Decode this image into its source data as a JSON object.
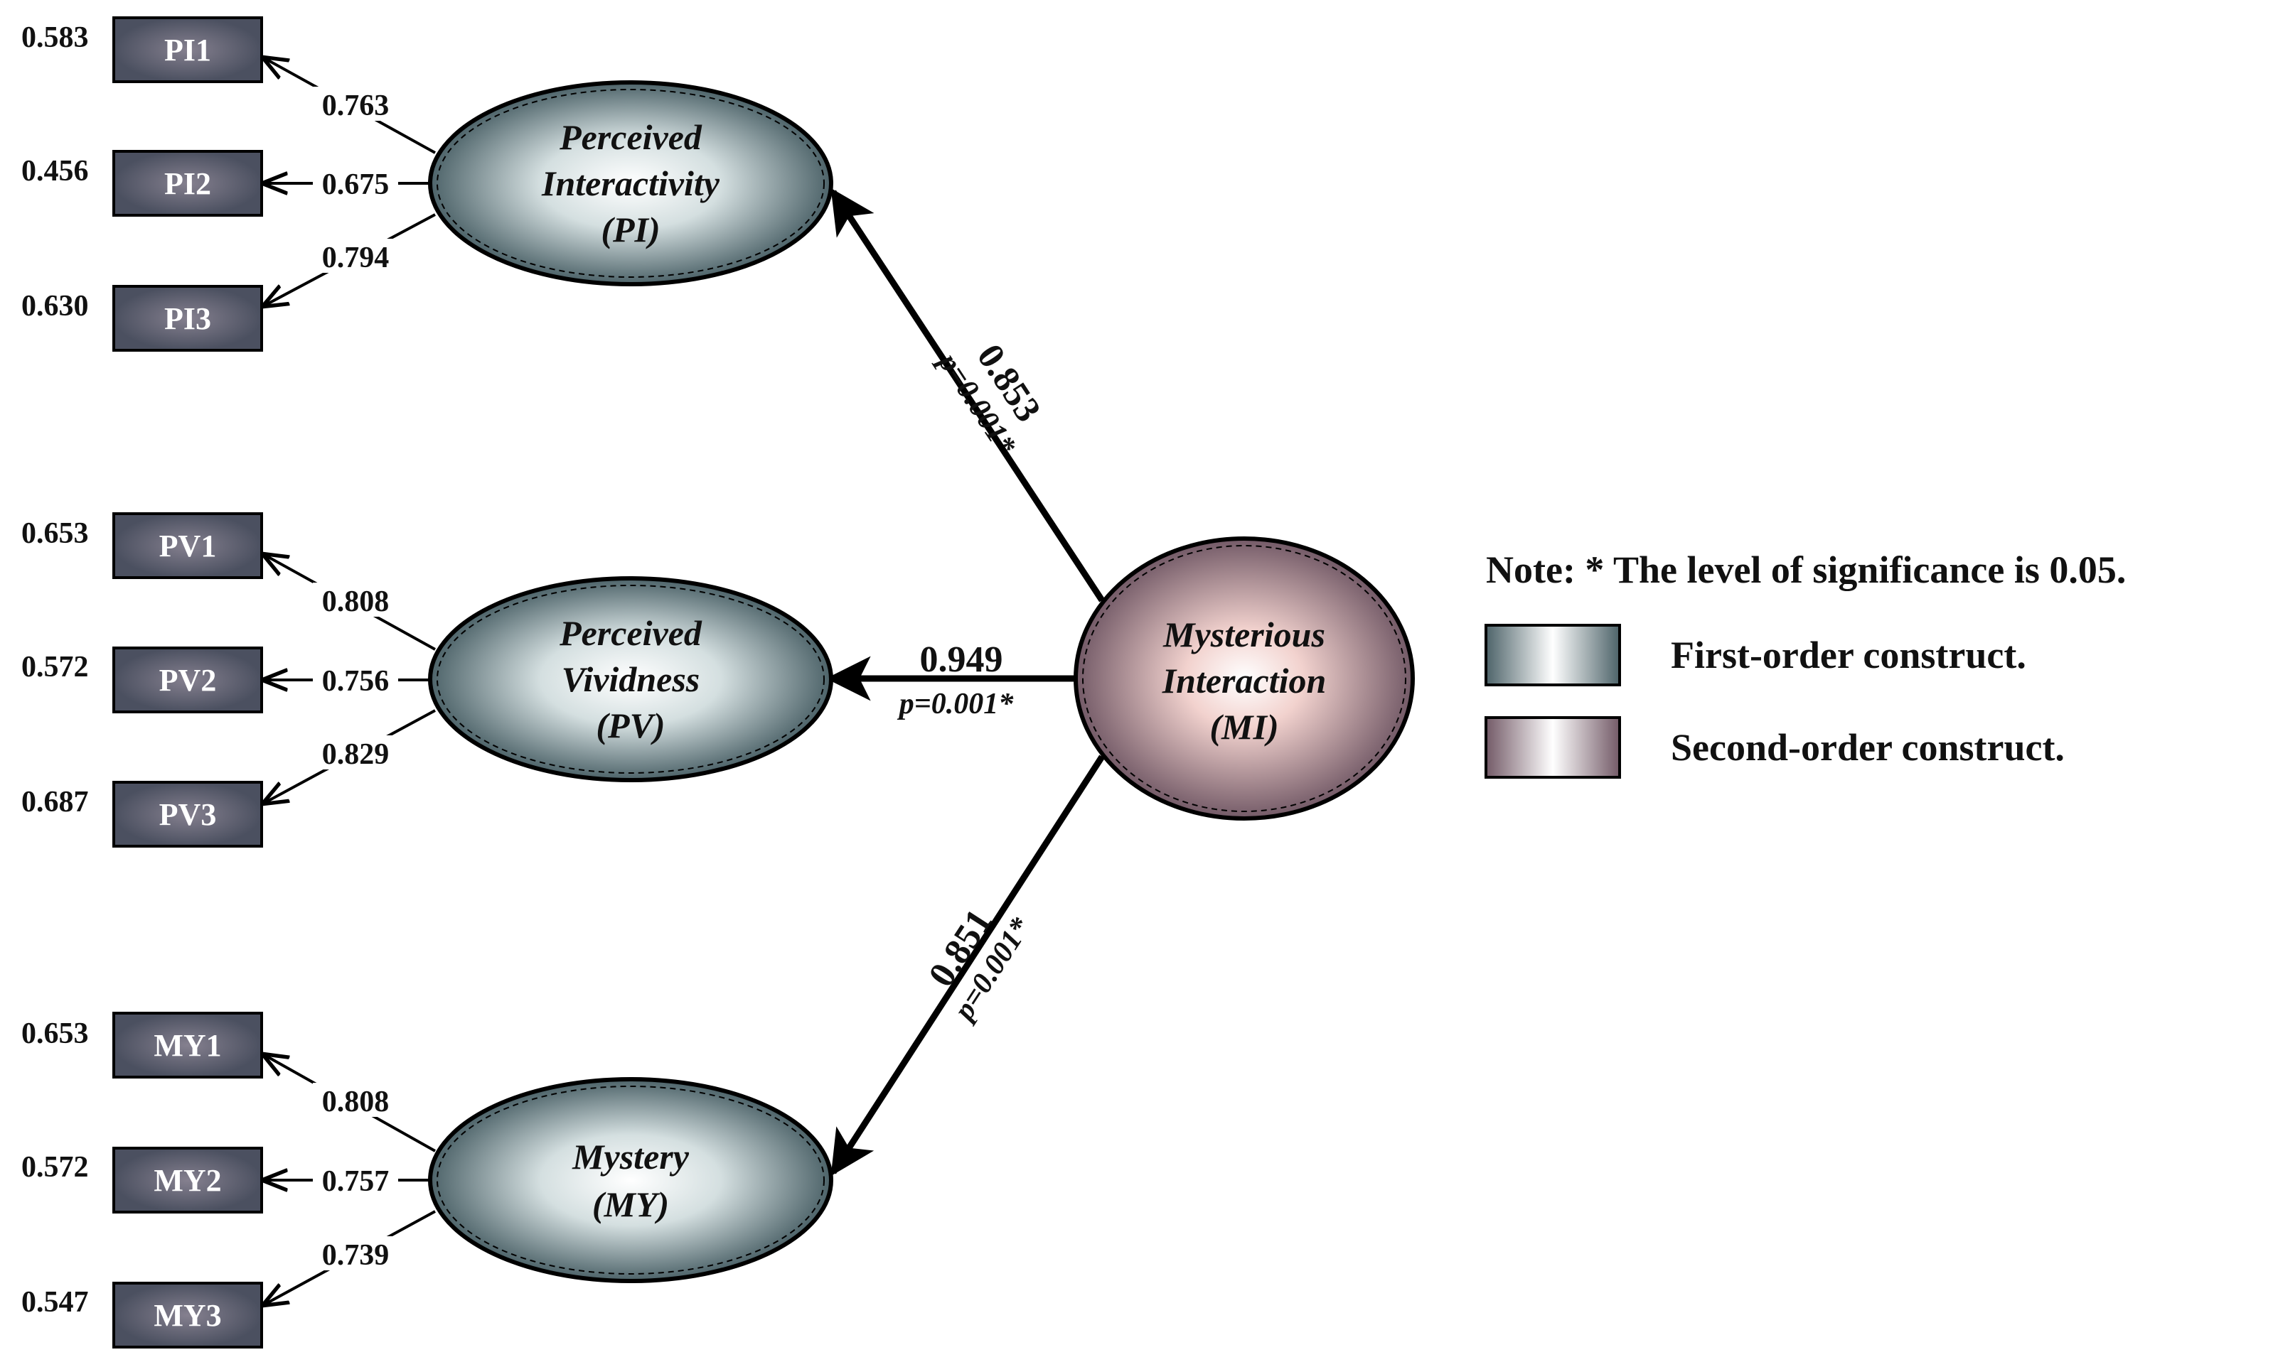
{
  "colors": {
    "first_order_dark": "#4d6369",
    "first_order_light": "#ffffff",
    "second_order_dark": "#735a67",
    "second_order_light": "#ffffff",
    "indicator_fill": "#4b5060",
    "line": "#000000"
  },
  "constructs": [
    {
      "id": "PI",
      "name_lines": [
        "Perceived",
        "Interactivity",
        "(PI)"
      ],
      "path_coef": "0.853",
      "path_p": "p=0.001*",
      "indicators": [
        {
          "label": "PI1",
          "loading": "0.763",
          "r2": "0.583"
        },
        {
          "label": "PI2",
          "loading": "0.675",
          "r2": "0.456"
        },
        {
          "label": "PI3",
          "loading": "0.794",
          "r2": "0.630"
        }
      ]
    },
    {
      "id": "PV",
      "name_lines": [
        "Perceived",
        "Vividness",
        "(PV)"
      ],
      "path_coef": "0.949",
      "path_p": "p=0.001*",
      "indicators": [
        {
          "label": "PV1",
          "loading": "0.808",
          "r2": "0.653"
        },
        {
          "label": "PV2",
          "loading": "0.756",
          "r2": "0.572"
        },
        {
          "label": "PV3",
          "loading": "0.829",
          "r2": "0.687"
        }
      ]
    },
    {
      "id": "MY",
      "name_lines": [
        "Mystery",
        "(MY)"
      ],
      "path_coef": "0.851",
      "path_p": "p=0.001*",
      "indicators": [
        {
          "label": "MY1",
          "loading": "0.808",
          "r2": "0.653"
        },
        {
          "label": "MY2",
          "loading": "0.757",
          "r2": "0.572"
        },
        {
          "label": "MY3",
          "loading": "0.739",
          "r2": "0.547"
        }
      ]
    }
  ],
  "second_order": {
    "id": "MI",
    "name_lines": [
      "Mysterious",
      "Interaction",
      "(MI)"
    ]
  },
  "note": "Note: * The level of significance is 0.05.",
  "legend": {
    "first_order": "First-order construct.",
    "second_order": "Second-order construct."
  }
}
